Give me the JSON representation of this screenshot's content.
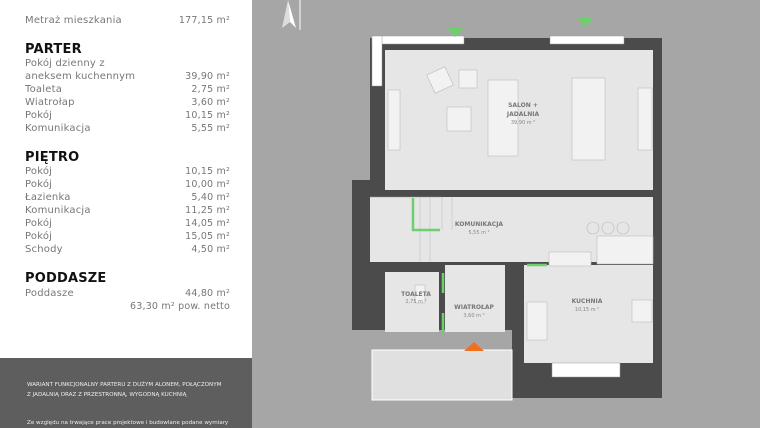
{
  "summary": {
    "label": "Metraż mieszkania",
    "value": "177,15 m²"
  },
  "parter": {
    "title": "PARTER",
    "items": [
      {
        "label": "Pokój dzienny z",
        "value": ""
      },
      {
        "label": "aneksem kuchennym",
        "value": "39,90 m²"
      },
      {
        "label": "Toaleta",
        "value": "2,75 m²"
      },
      {
        "label": "Wiatrołap",
        "value": "3,60 m²"
      },
      {
        "label": "Pokój",
        "value": "10,15 m²"
      },
      {
        "label": "Komunikacja",
        "value": "5,55 m²"
      }
    ]
  },
  "pietro": {
    "title": "PIĘTRO",
    "items": [
      {
        "label": "Pokój",
        "value": "10,15 m²"
      },
      {
        "label": "Pokój",
        "value": "10,00 m²"
      },
      {
        "label": "Łazienka",
        "value": "5,40 m²"
      },
      {
        "label": "Komunikacja",
        "value": "11,25 m²"
      },
      {
        "label": "Pokój",
        "value": "14,05 m²"
      },
      {
        "label": "Pokój",
        "value": "15,05 m²"
      },
      {
        "label": "Schody",
        "value": "4,50 m²"
      }
    ]
  },
  "poddasze": {
    "title": "PODDASZE",
    "items": [
      {
        "label": "Poddasze",
        "value": "44,80 m²"
      }
    ],
    "netto": "63,30 m² pow. netto"
  },
  "note": {
    "line1": "WARIANT FUNKCJONALNY PARTERU Z DUŻYM  ALONEM, POŁĄCZONYM",
    "line2": "Z JADALNIĄ ORAZ Z PRZESTRONNĄ, WYGODNĄ KUCHNIĄ",
    "line3": "Ze względu na trwające prace projektowe i budowlane podane wymiary"
  },
  "plan": {
    "rooms": [
      {
        "name": "SALON +",
        "name2": "JADALNIA",
        "area": "39,90 m ²"
      },
      {
        "name": "KOMUNIKACJA",
        "area": "5,55 m ²"
      },
      {
        "name": "TOALETA",
        "area": "2,75 m ²"
      },
      {
        "name": "WIATROŁAP",
        "area": "3,60 m ²"
      },
      {
        "name": "KUCHNIA",
        "area": "10,15 m ²"
      }
    ]
  },
  "colors": {
    "wall": "#4b4b4b",
    "floor": "#e6e6e6",
    "green": "#6fcf6f",
    "entrance": "#f07020",
    "panel": "#5e5e5e"
  }
}
